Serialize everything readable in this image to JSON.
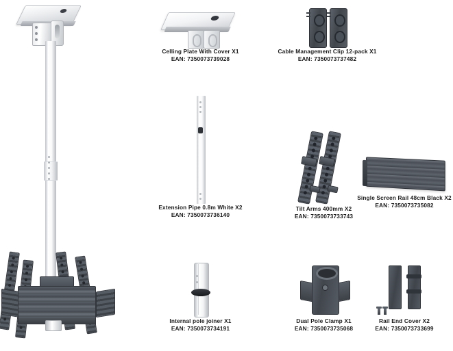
{
  "document": {
    "type": "product-parts-diagram",
    "background_color": "#ffffff",
    "text_color": "#1a1a1a"
  },
  "assembly": {
    "name": "ceiling-mount-dual-screen-assembly",
    "components": [
      "ceiling-plate",
      "extension-pole",
      "pole-clamp",
      "tilt-arms",
      "screen-rails"
    ]
  },
  "parts": [
    {
      "id": "ceiling-plate",
      "title": "Celling Plate With Cover X1",
      "ean": "EAN: 7350073739028",
      "color": "#d8dade",
      "quantity": "X1"
    },
    {
      "id": "cable-management-clip",
      "title": "Cable Management Clip 12-pack X1",
      "ean": "EAN: 7350073737482",
      "color": "#4b4f55",
      "quantity": "X1"
    },
    {
      "id": "extension-pipe",
      "title": "Extension Pipe 0.8m White X2",
      "ean": "EAN: 7350073736140",
      "color": "#ffffff",
      "quantity": "X2"
    },
    {
      "id": "tilt-arms",
      "title": "Tilt Arms 400mm X2",
      "ean": "EAN: 7350073733743",
      "color": "#4b4f55",
      "quantity": "X2"
    },
    {
      "id": "single-screen-rail",
      "title": "Single Screen Rail 48cm Black X2",
      "ean": "EAN: 7350073735082",
      "color": "#4a4f57",
      "quantity": "X2"
    },
    {
      "id": "internal-pole-joiner",
      "title": "Internal pole joiner X1",
      "ean": "EAN: 7350073734191",
      "color": "#ffffff",
      "quantity": "X1"
    },
    {
      "id": "dual-pole-clamp",
      "title": "Dual Pole Clamp X1",
      "ean": "EAN: 7350073735068",
      "color": "#41464d",
      "quantity": "X1"
    },
    {
      "id": "rail-end-cover",
      "title": "Rail End Cover X2",
      "ean": "EAN: 7350073733699",
      "color": "#3f444b",
      "quantity": "X2"
    }
  ]
}
